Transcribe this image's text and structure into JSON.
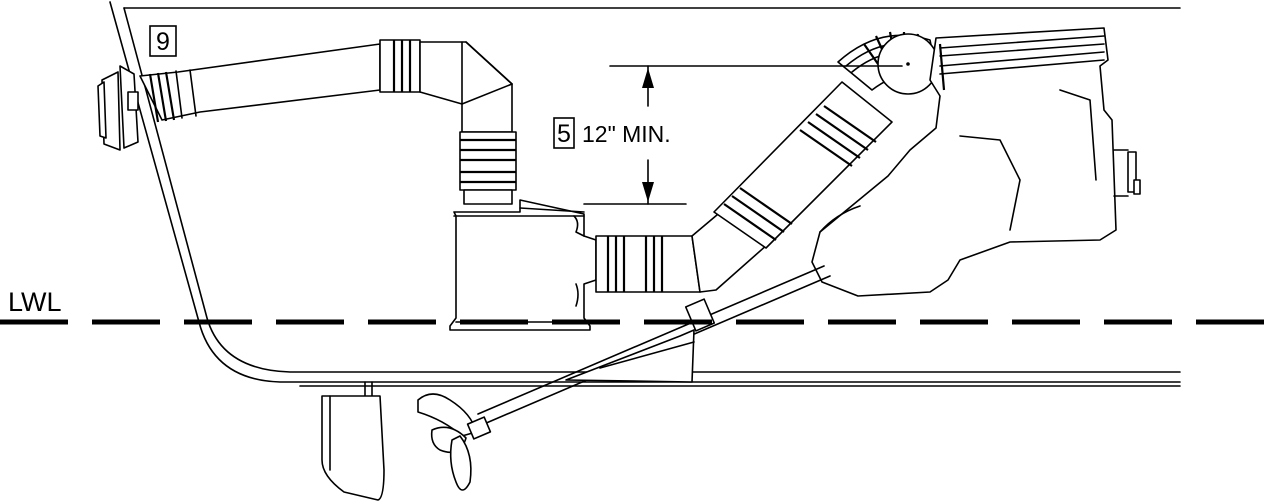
{
  "callouts": {
    "box_9": "9",
    "box_5": "5",
    "min_height": "12\" MIN."
  },
  "waterline": {
    "label": "LWL"
  }
}
